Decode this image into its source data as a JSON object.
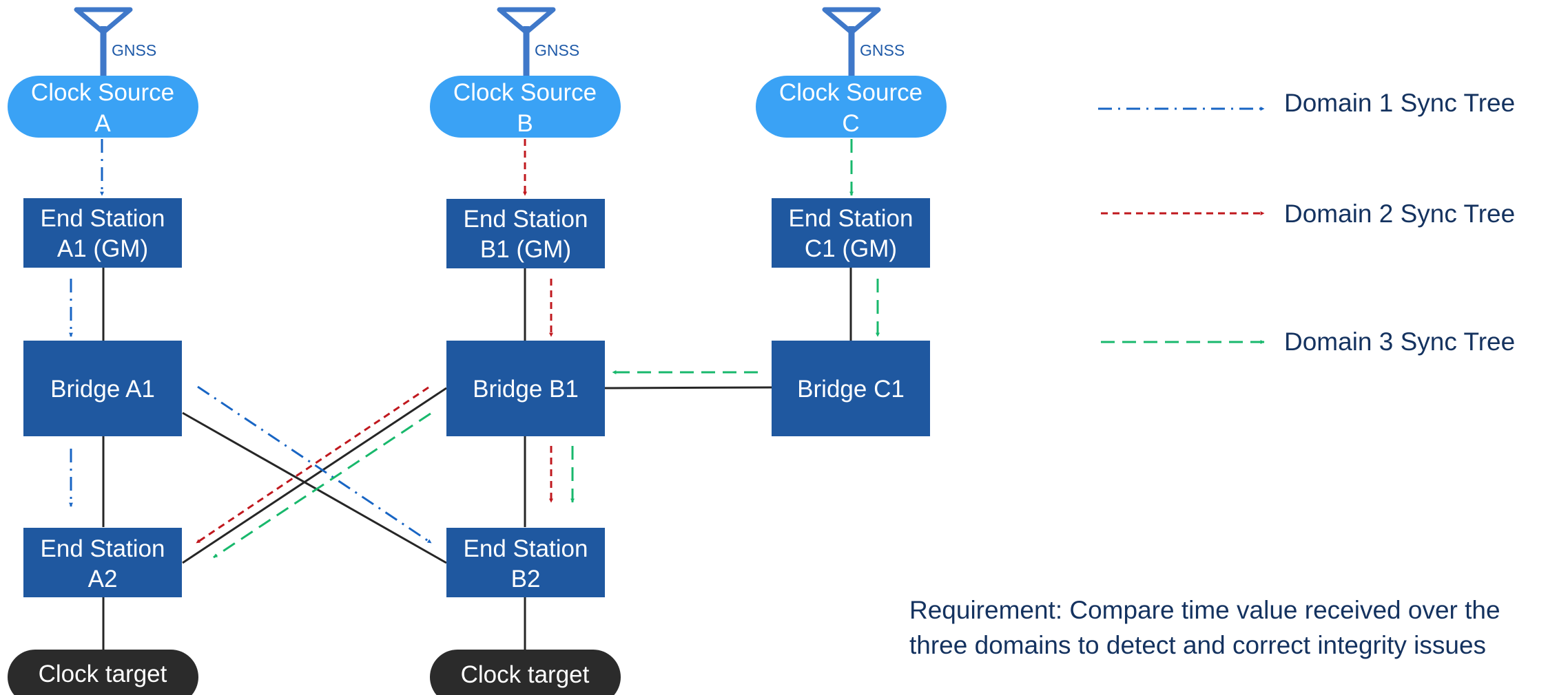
{
  "colors": {
    "box": "#1f58a0",
    "source": "#3aa2f5",
    "target": "#2b2b2b",
    "antenna": "#3f78c9",
    "link": "#262626",
    "domain1": "#1865c4",
    "domain2": "#c0181e",
    "domain3": "#18b86c",
    "text": "#14325f"
  },
  "icons": {
    "antenna": "gnss-antenna-icon"
  },
  "sources": [
    {
      "antenna_label": "GNSS",
      "line1": "Clock Source",
      "line2": "A"
    },
    {
      "antenna_label": "GNSS",
      "line1": "Clock Source",
      "line2": "B"
    },
    {
      "antenna_label": "GNSS",
      "line1": "Clock Source",
      "line2": "C"
    }
  ],
  "end_stations": {
    "a1": {
      "line1": "End Station",
      "line2": "A1 (GM)"
    },
    "b1": {
      "line1": "End Station",
      "line2": "B1 (GM)"
    },
    "c1": {
      "line1": "End Station",
      "line2": "C1 (GM)"
    },
    "a2": {
      "line1": "End Station",
      "line2": "A2"
    },
    "b2": {
      "line1": "End Station",
      "line2": "B2"
    }
  },
  "bridges": {
    "a1": "Bridge A1",
    "b1": "Bridge B1",
    "c1": "Bridge C1"
  },
  "targets": {
    "left": "Clock target",
    "middle": "Clock target"
  },
  "legend": [
    {
      "label": "Domain 1 Sync Tree",
      "style": "dash-dot"
    },
    {
      "label": "Domain 2 Sync Tree",
      "style": "short-dash"
    },
    {
      "label": "Domain 3 Sync Tree",
      "style": "long-dash"
    }
  ],
  "requirement": {
    "line1": "Requirement: Compare time value received over the",
    "line2": "three domains to detect and correct integrity issues"
  }
}
